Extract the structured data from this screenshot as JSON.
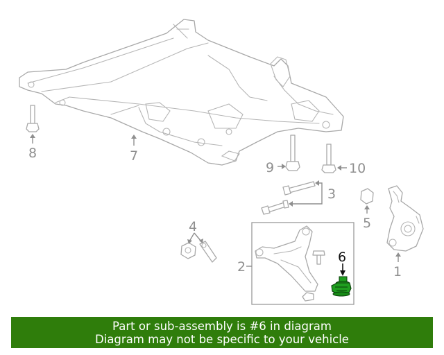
{
  "callouts": {
    "c1": "1",
    "c2": "2",
    "c3": "3",
    "c4": "4",
    "c5": "5",
    "c6": "6",
    "c7": "7",
    "c8": "8",
    "c9": "9",
    "c10": "10"
  },
  "highlight": {
    "part": "6",
    "color": "#1f9e1f"
  },
  "banner": {
    "line1": "Part or sub-assembly is #6 in diagram",
    "line2": "Diagram may not be specific to your vehicle",
    "background": "#2f7d0b"
  }
}
